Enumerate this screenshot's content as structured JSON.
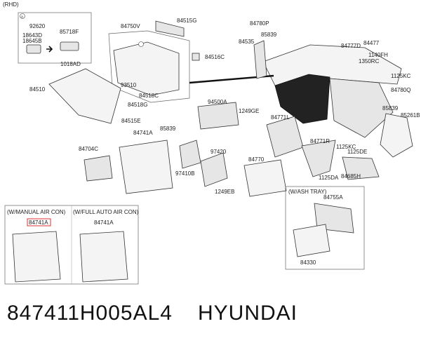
{
  "diagram": {
    "rhd": "(RHD)",
    "parts": {
      "p92620": "92620",
      "p18643d": "18643D",
      "p18645b": "18645B",
      "p85718f": "85718F",
      "p84750v": "84750V",
      "p84515g": "84515G",
      "p84780p": "84780P",
      "p84535": "84535",
      "p85839a": "85839",
      "p84777d": "84777D",
      "p84477": "84477",
      "p1140fh": "1140FH",
      "p1350rc": "1350RC",
      "p1125kc_a": "1125KC",
      "p1018ad": "1018AD",
      "p84516c": "84516C",
      "p93510": "93510",
      "p84510": "84510",
      "p84518c": "84518C",
      "p84518g": "84518G",
      "p84780q": "84780Q",
      "p94500a": "94500A",
      "p1249ge": "1249GE",
      "p84771l": "84771L",
      "p85839b": "85839",
      "p85261b": "85261B",
      "p84515e": "84515E",
      "p84741a_a": "84741A",
      "p85839c": "85839",
      "p84771r": "84771R",
      "p1125kc_b": "1125KC",
      "p1125de": "1125DE",
      "p84704c": "84704C",
      "p97420": "97420",
      "p84770": "84770",
      "p97410b": "97410B",
      "p1249eb": "1249EB",
      "p1125da": "1125DA",
      "p84685h": "84685H",
      "p84755a": "84755A",
      "p84330": "84330",
      "p84741a_b": "84741A",
      "p84741a_c": "84741A"
    },
    "insets": {
      "ash_tray": "(W/ASH TRAY)",
      "manual_air": "(W/MANUAL AIR CON)",
      "auto_air": "(W/FULL AUTO AIR CON)"
    }
  },
  "caption": {
    "part_number": "847411H005AL4",
    "brand": "HYUNDAI"
  }
}
